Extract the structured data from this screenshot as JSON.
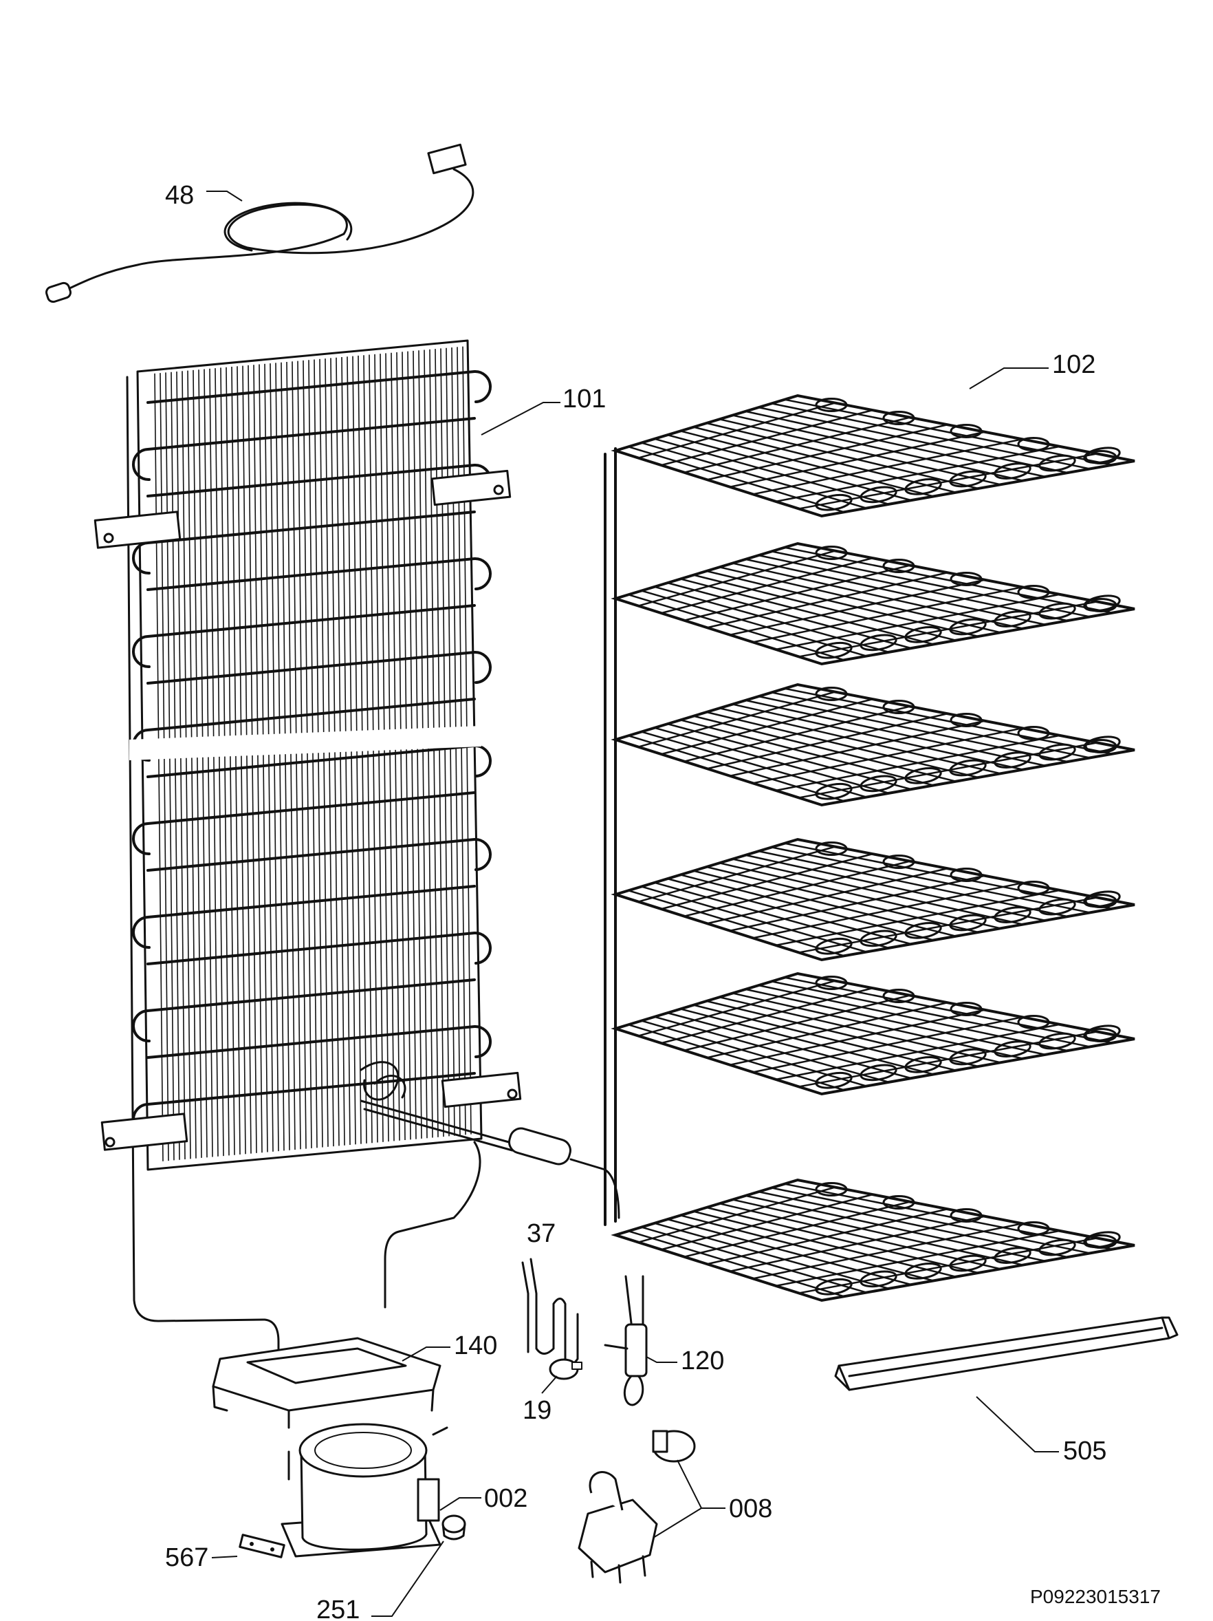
{
  "labels": {
    "p48": "48",
    "p101": "101",
    "p102": "102",
    "p37": "37",
    "p140": "140",
    "p19": "19",
    "p120": "120",
    "p505": "505",
    "p002": "002",
    "p008": "008",
    "p567": "567",
    "p251": "251"
  },
  "document_code": "P09223015317",
  "colors": {
    "ink": "#111111",
    "paper": "#ffffff"
  }
}
